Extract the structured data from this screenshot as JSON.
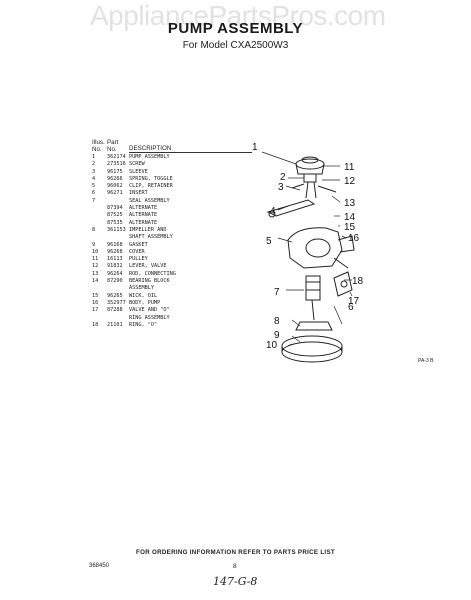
{
  "watermark": "AppliancePartsPros.com",
  "title": "PUMP ASSEMBLY",
  "subtitle": "For Model CXA2500W3",
  "table": {
    "headers": {
      "illus": "Illus.\nNo.",
      "part": "Part\nNo.",
      "description": "DESCRIPTION"
    },
    "rows": [
      {
        "illus": "1",
        "part": "362174",
        "desc": "PUMP ASSEMBLY"
      },
      {
        "illus": "2",
        "part": "273516",
        "desc": "SCREW"
      },
      {
        "illus": "3",
        "part": "96175",
        "desc": "SLEEVE"
      },
      {
        "illus": "4",
        "part": "96266",
        "desc": "SPRING, TOGGLE"
      },
      {
        "illus": "5",
        "part": "96062",
        "desc": "CLIP, RETAINER"
      },
      {
        "illus": "6",
        "part": "96271",
        "desc": "INSERT"
      },
      {
        "illus": "7",
        "part": "",
        "desc": "SEAL ASSEMBLY"
      },
      {
        "illus": "",
        "part": "87394",
        "desc": "ALTERNATE"
      },
      {
        "illus": "",
        "part": "87525",
        "desc": "ALTERNATE"
      },
      {
        "illus": "",
        "part": "87535",
        "desc": "ALTERNATE"
      },
      {
        "illus": "8",
        "part": "361153",
        "desc": "IMPELLER AND"
      },
      {
        "illus": "",
        "part": "",
        "desc": "SHAFT ASSEMBLY"
      },
      {
        "illus": "9",
        "part": "96168",
        "desc": "GASKET"
      },
      {
        "illus": "10",
        "part": "96268",
        "desc": "COVER"
      },
      {
        "illus": "11",
        "part": "16113",
        "desc": "PULLEY"
      },
      {
        "illus": "12",
        "part": "91832",
        "desc": "LEVER, VALVE"
      },
      {
        "illus": "13",
        "part": "96264",
        "desc": "ROD, CONNECTING"
      },
      {
        "illus": "14",
        "part": "87290",
        "desc": "BEARING BLOCK"
      },
      {
        "illus": "",
        "part": "",
        "desc": "ASSEMBLY"
      },
      {
        "illus": "15",
        "part": "96265",
        "desc": "WICK, OIL"
      },
      {
        "illus": "16",
        "part": "352977",
        "desc": "BODY, PUMP"
      },
      {
        "illus": "17",
        "part": "87288",
        "desc": "VALVE AND \"O\""
      },
      {
        "illus": "",
        "part": "",
        "desc": "RING ASSEMBLY"
      },
      {
        "illus": "18",
        "part": "21101",
        "desc": "RING, \"O\""
      }
    ]
  },
  "callouts": {
    "c1": "1",
    "c2": "2",
    "c3": "3",
    "c4": "4",
    "c5": "5",
    "c6": "6",
    "c7": "7",
    "c8": "8",
    "c9": "9",
    "c10": "10",
    "c11": "11",
    "c12": "12",
    "c13": "13",
    "c14": "14",
    "c15": "15",
    "c16": "16",
    "c17": "17",
    "c18": "18"
  },
  "figure_code": "PA-3 B",
  "footer": "FOR ORDERING INFORMATION REFER TO PARTS PRICE LIST",
  "doc_code": "368450",
  "page_number": "8",
  "handwritten": "147-G-8"
}
